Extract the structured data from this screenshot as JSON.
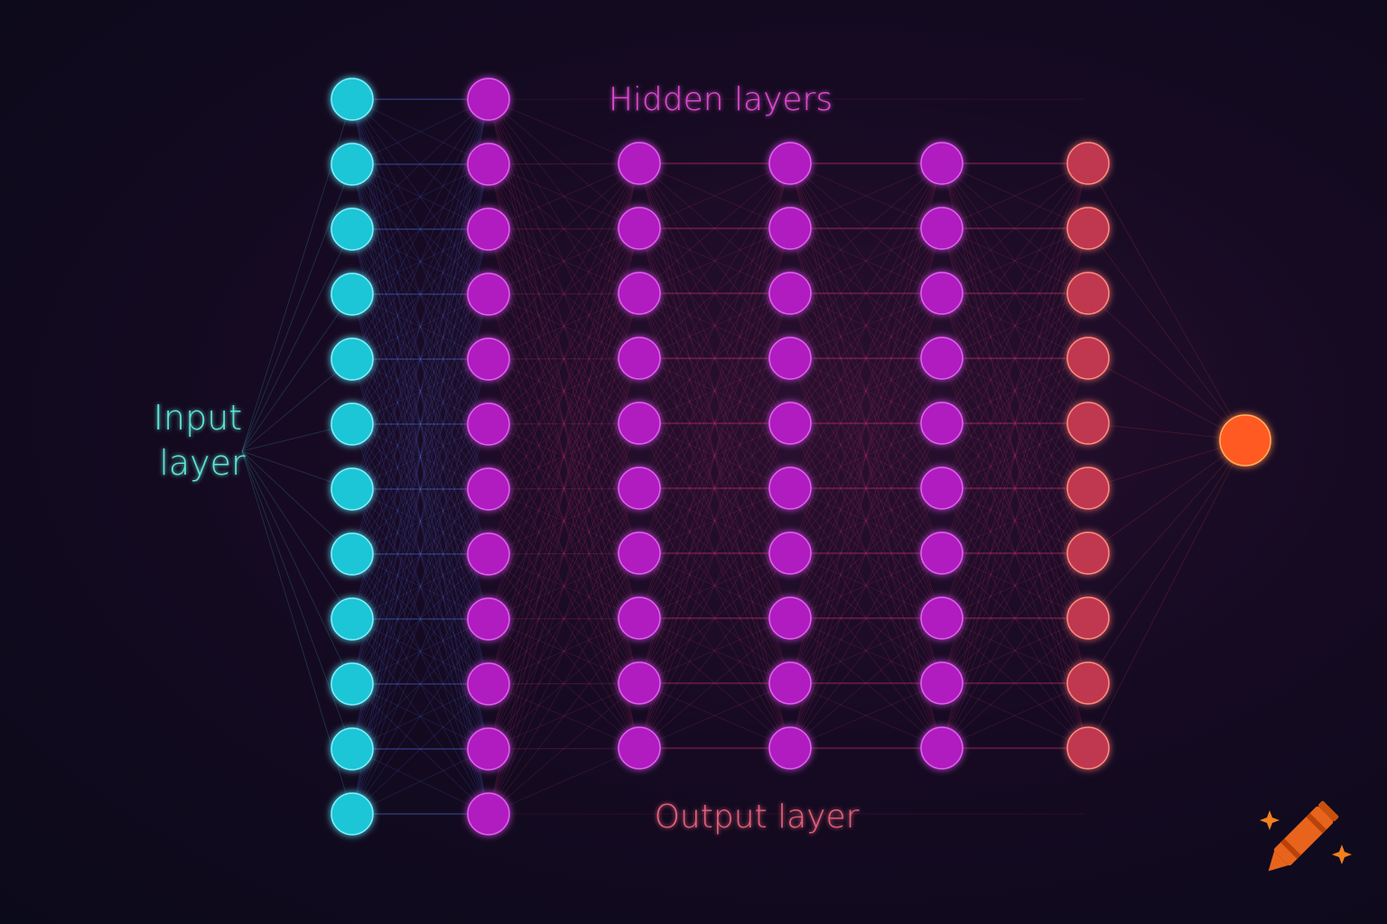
{
  "labels": {
    "input": [
      "Input",
      "layer"
    ],
    "hidden": "Hidden layers",
    "output": "Output layer"
  },
  "network": {
    "layers": [
      {
        "name": "input",
        "nodes": 12,
        "color": "#1ec6d6"
      },
      {
        "name": "hidden-1",
        "nodes": 12,
        "color": "#b01fbf"
      },
      {
        "name": "hidden-2",
        "nodes": 10,
        "color": "#b01fbf"
      },
      {
        "name": "hidden-3",
        "nodes": 10,
        "color": "#b01fbf"
      },
      {
        "name": "hidden-4",
        "nodes": 10,
        "color": "#b01fbf"
      },
      {
        "name": "output-column",
        "nodes": 10,
        "color": "#c0384f"
      },
      {
        "name": "final-output",
        "nodes": 1,
        "color": "#ff5a20"
      }
    ]
  },
  "colors": {
    "input_label": "#5ee6d6",
    "hidden_label": "#e04ad0",
    "output_label": "#e8607a",
    "edge_input": "#4a6ad0",
    "edge_hidden": "#c0306a",
    "edge_output": "#e04a40"
  },
  "logo": {
    "icon": "crayon-icon"
  }
}
